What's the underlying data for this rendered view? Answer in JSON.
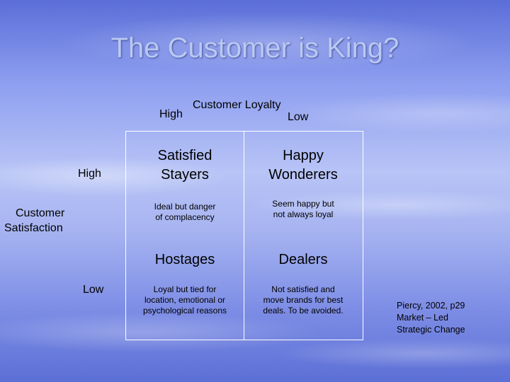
{
  "slide": {
    "title": "The Customer is King?",
    "loyalty_axis_label": "Customer Loyalty",
    "loyalty_high": "High",
    "loyalty_low": "Low",
    "satisfaction_axis_label_line1": "Customer",
    "satisfaction_axis_label_line2": "Satisfaction",
    "satisfaction_high": "High",
    "satisfaction_low": "Low",
    "quadrants": [
      {
        "title_line1": "Satisfied",
        "title_line2": "Stayers",
        "desc_line1": "Ideal but danger",
        "desc_line2": "of complacency"
      },
      {
        "title_line1": "Happy",
        "title_line2": "Wonderers",
        "desc_line1": "Seem happy but",
        "desc_line2": "not always loyal"
      },
      {
        "title_line1": "Hostages",
        "desc_line1": "Loyal but tied for",
        "desc_line2": "location, emotional or",
        "desc_line3": "psychological reasons"
      },
      {
        "title_line1": "Dealers",
        "desc_line1": "Not satisfied and",
        "desc_line2": "move brands for best",
        "desc_line3": "deals. To be avoided."
      }
    ],
    "citation_line1": "Piercy, 2002, p29",
    "citation_line2": "Market – Led",
    "citation_line3": "Strategic Change"
  }
}
